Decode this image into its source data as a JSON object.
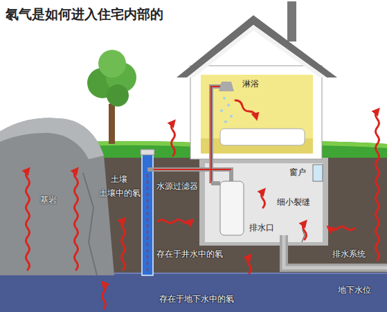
{
  "diagram": {
    "title": "氡气是如何进入住宅内部的",
    "labels": [
      "淋浴",
      "基岩",
      "土壤",
      "土壤中的氡",
      "水源过滤器",
      "窗户",
      "细小裂缝",
      "排水口",
      "存在于井水中的氡",
      "排水系统",
      "地下水位",
      "存在于地下水中的氡"
    ]
  }
}
